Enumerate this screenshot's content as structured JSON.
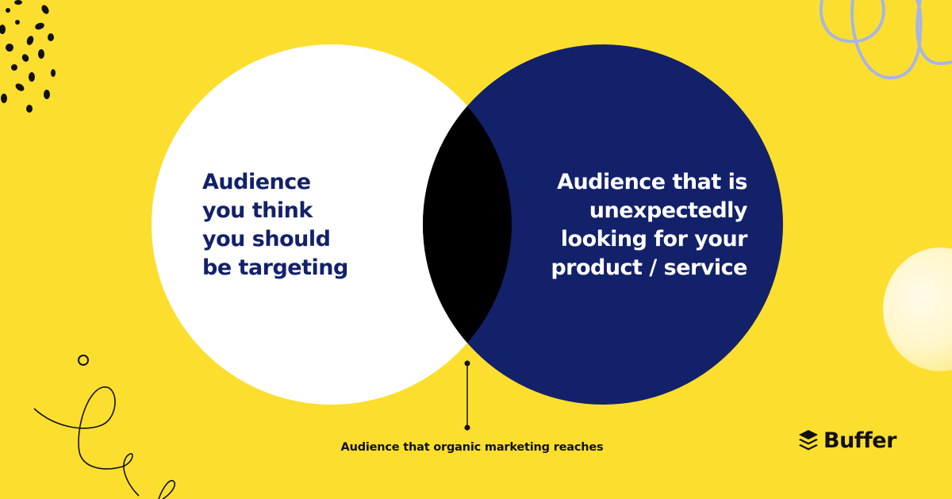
{
  "diagram": {
    "type": "venn",
    "colors": {
      "background": "#FCDF2E",
      "left_circle": "#FFFFFF",
      "right_circle": "#13216A",
      "overlap": "#000000",
      "left_text": "#13216A",
      "right_text": "#FFFFFF",
      "scribble_blue": "#A8B5E6"
    },
    "left_circle": {
      "label": "Audience you think you should be targeting",
      "lines": [
        "Audience",
        "you think",
        "you should",
        "be targeting"
      ]
    },
    "right_circle": {
      "label": "Audience that is unexpectedly looking for your product / service",
      "lines": [
        "Audience that is",
        "unexpectedly",
        "looking for your",
        "product / service"
      ]
    },
    "overlap": {
      "label": "Audience that organic marketing reaches"
    }
  },
  "brand": {
    "name": "Buffer",
    "icon": "buffer-stack-icon"
  }
}
